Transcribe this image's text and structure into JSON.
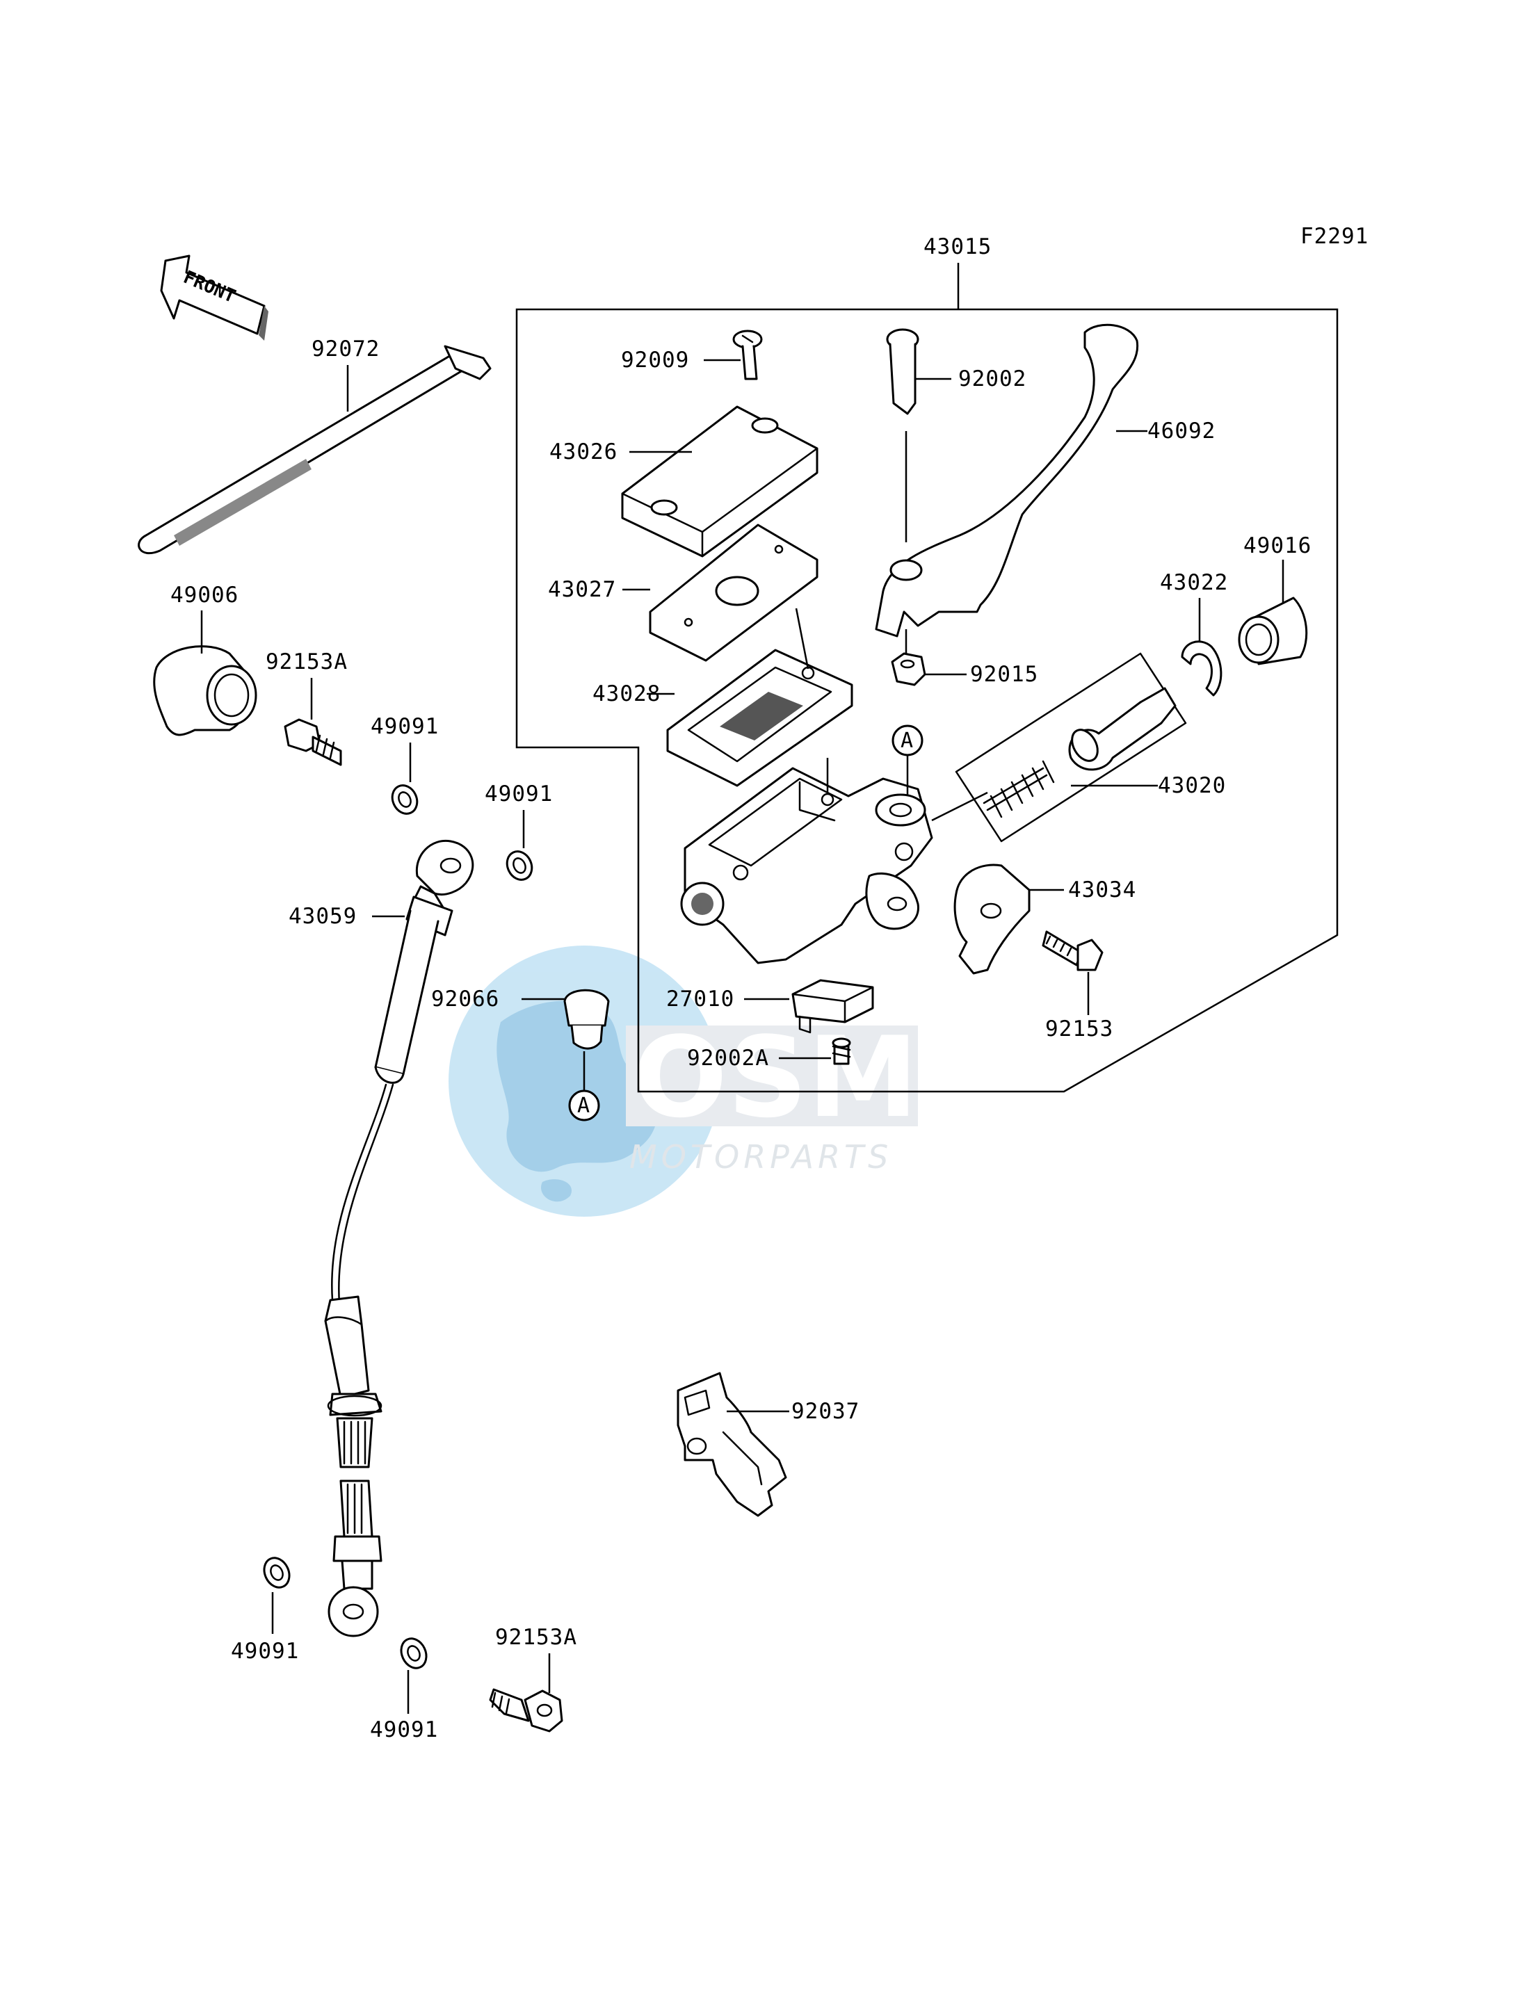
{
  "figure_code": "F2291",
  "front_label": "FRONT",
  "reference_mark": "A",
  "watermark": {
    "brand": "OSM",
    "sub": "MOTORPARTS",
    "colors": {
      "globe": "#8ec9ea",
      "land": "#5aa9d8",
      "text": "#c8d0d8"
    }
  },
  "parts": {
    "p43015": "43015",
    "p92072": "92072",
    "p92009": "92009",
    "p92002": "92002",
    "p46092": "46092",
    "p43026": "43026",
    "p43027": "43027",
    "p43028": "43028",
    "p49016": "49016",
    "p43022": "43022",
    "p49006": "49006",
    "p92153A_top": "92153A",
    "p92015": "92015",
    "p49091_a": "49091",
    "p49091_b": "49091",
    "p43020": "43020",
    "p43034": "43034",
    "p43059": "43059",
    "p92066": "92066",
    "p27010": "27010",
    "p92153": "92153",
    "p92002A": "92002A",
    "p92037": "92037",
    "p49091_c": "49091",
    "p92153A_bottom": "92153A",
    "p49091_d": "49091"
  }
}
